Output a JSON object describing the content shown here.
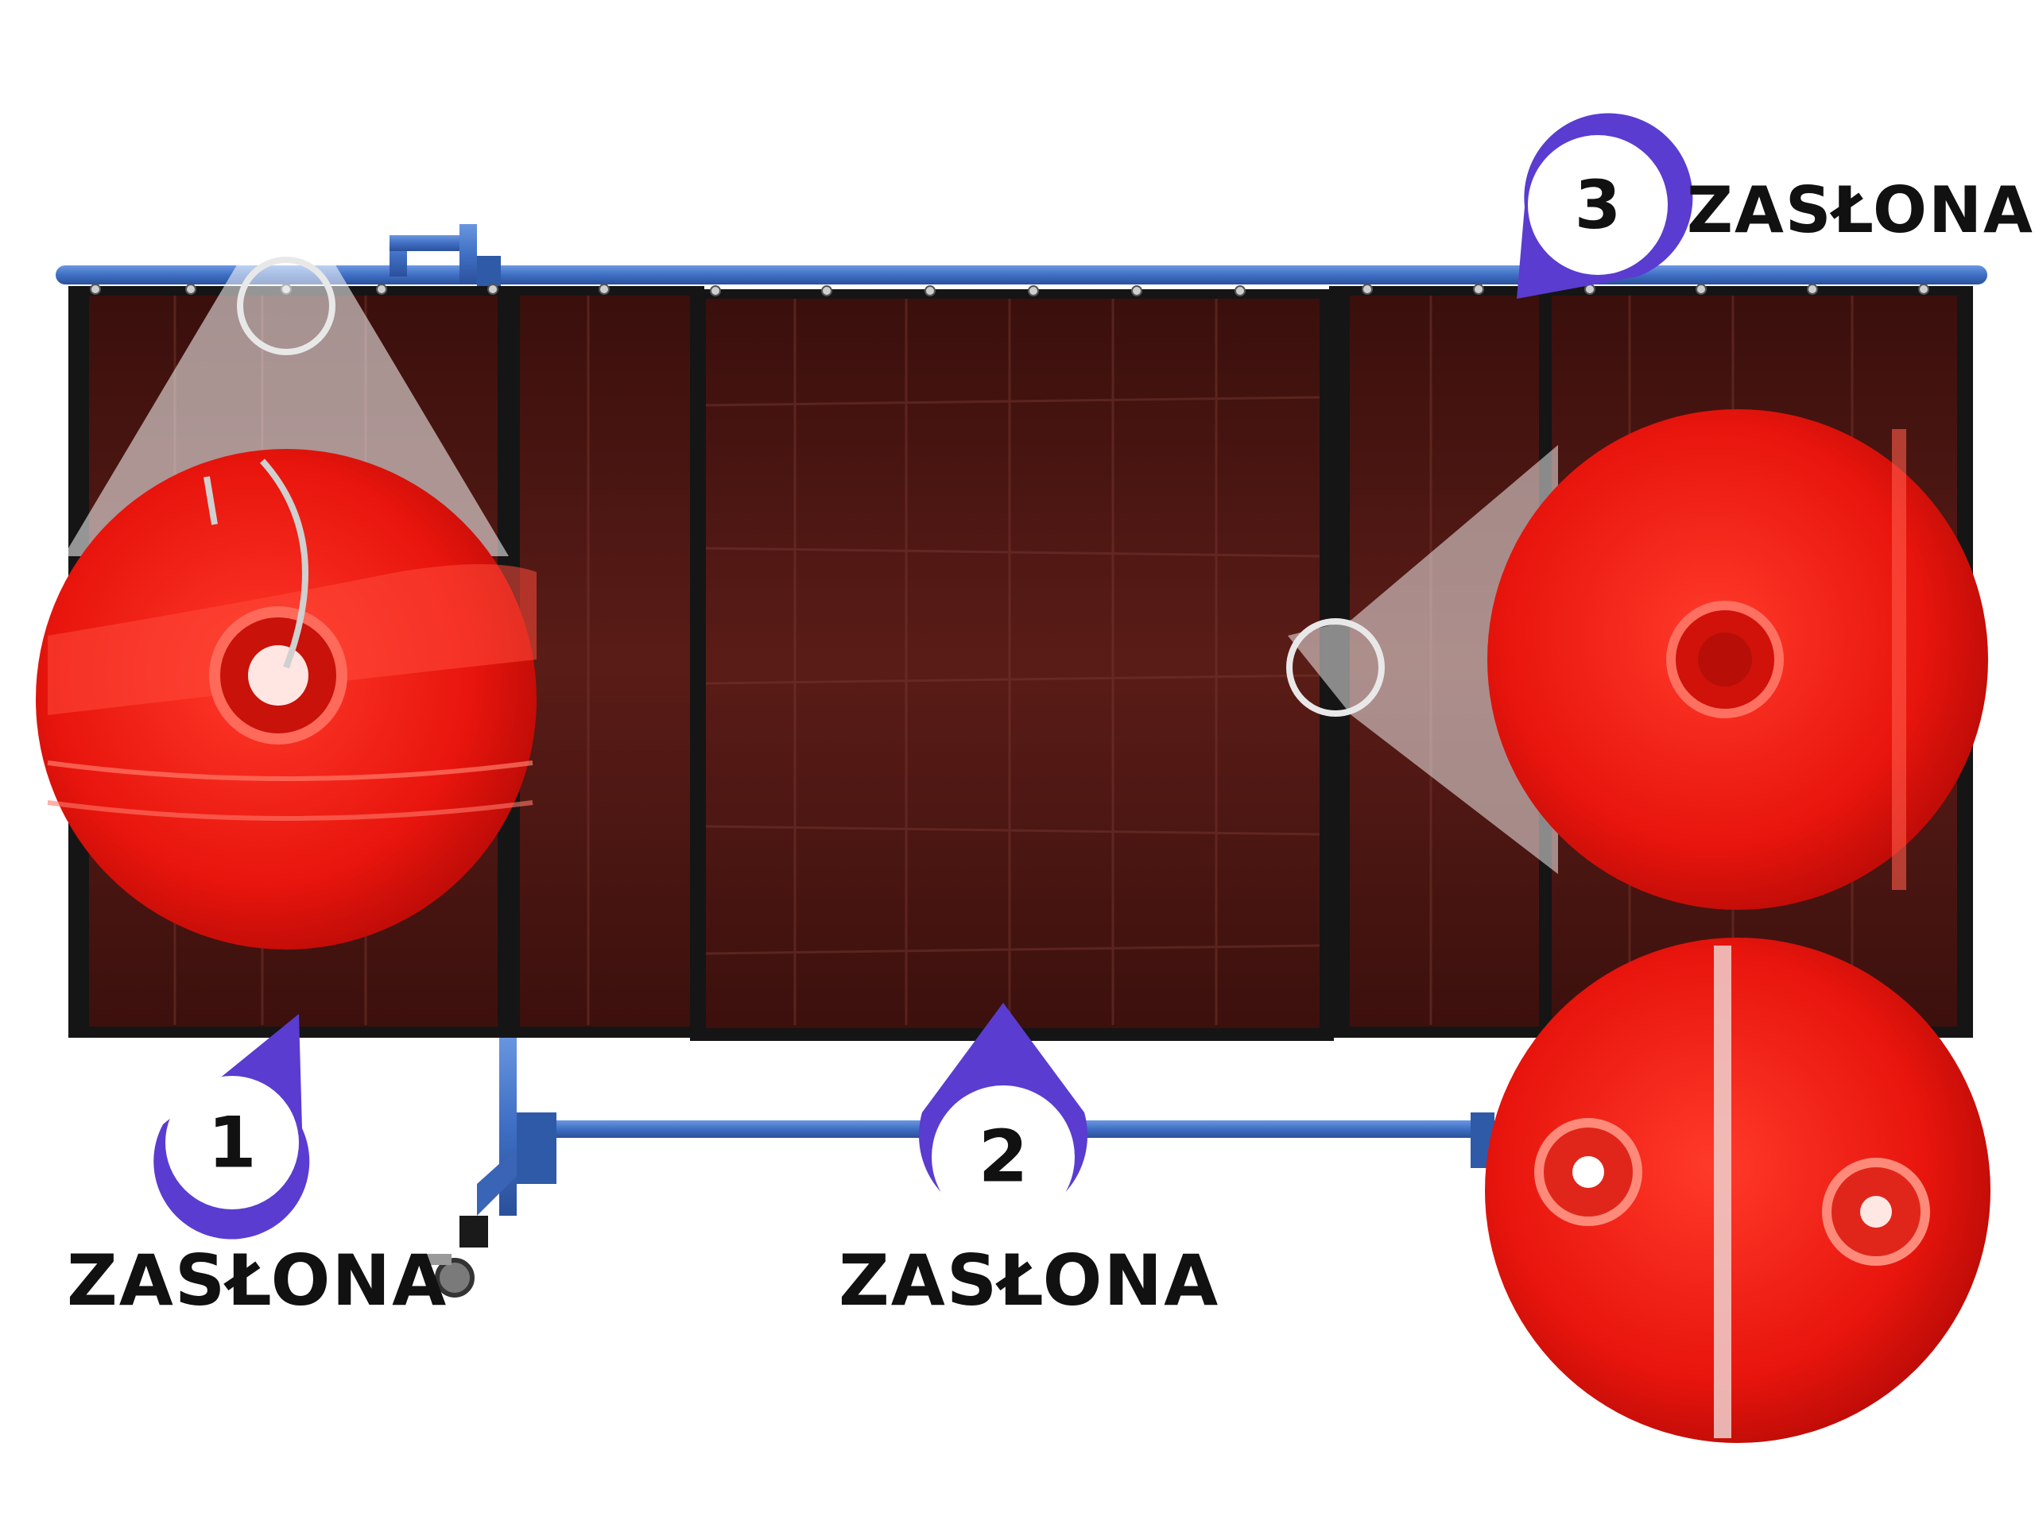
{
  "markers": [
    {
      "number": "1",
      "label": "ZASŁONA"
    },
    {
      "number": "2",
      "label": "ZASŁONA"
    },
    {
      "number": "3",
      "label": "ZASŁONA"
    }
  ],
  "colors": {
    "frame": "#3f6fc4",
    "curtain": "#4a1612",
    "curtain_border": "#151515",
    "marker": "#5a3cd0",
    "zoom_red": "#e4160e"
  }
}
